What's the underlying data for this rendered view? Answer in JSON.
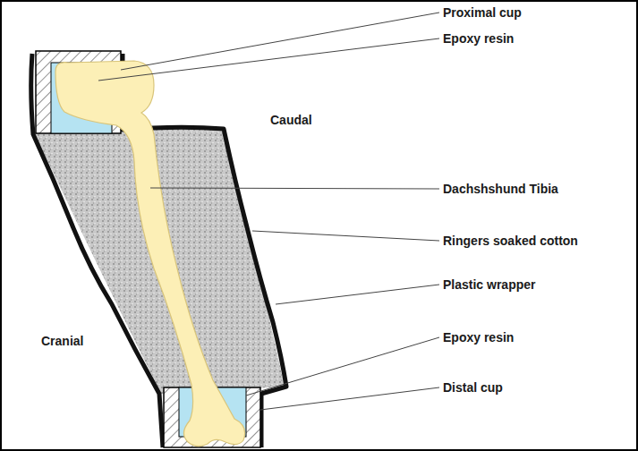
{
  "diagram": {
    "labels": [
      "Proximal cup",
      "Epoxy resin",
      "Caudal",
      "Dachshshund Tibia",
      "Ringers soaked cotton",
      "Plastic wrapper",
      "Epoxy resin",
      "Cranial",
      "Distal cup"
    ]
  }
}
